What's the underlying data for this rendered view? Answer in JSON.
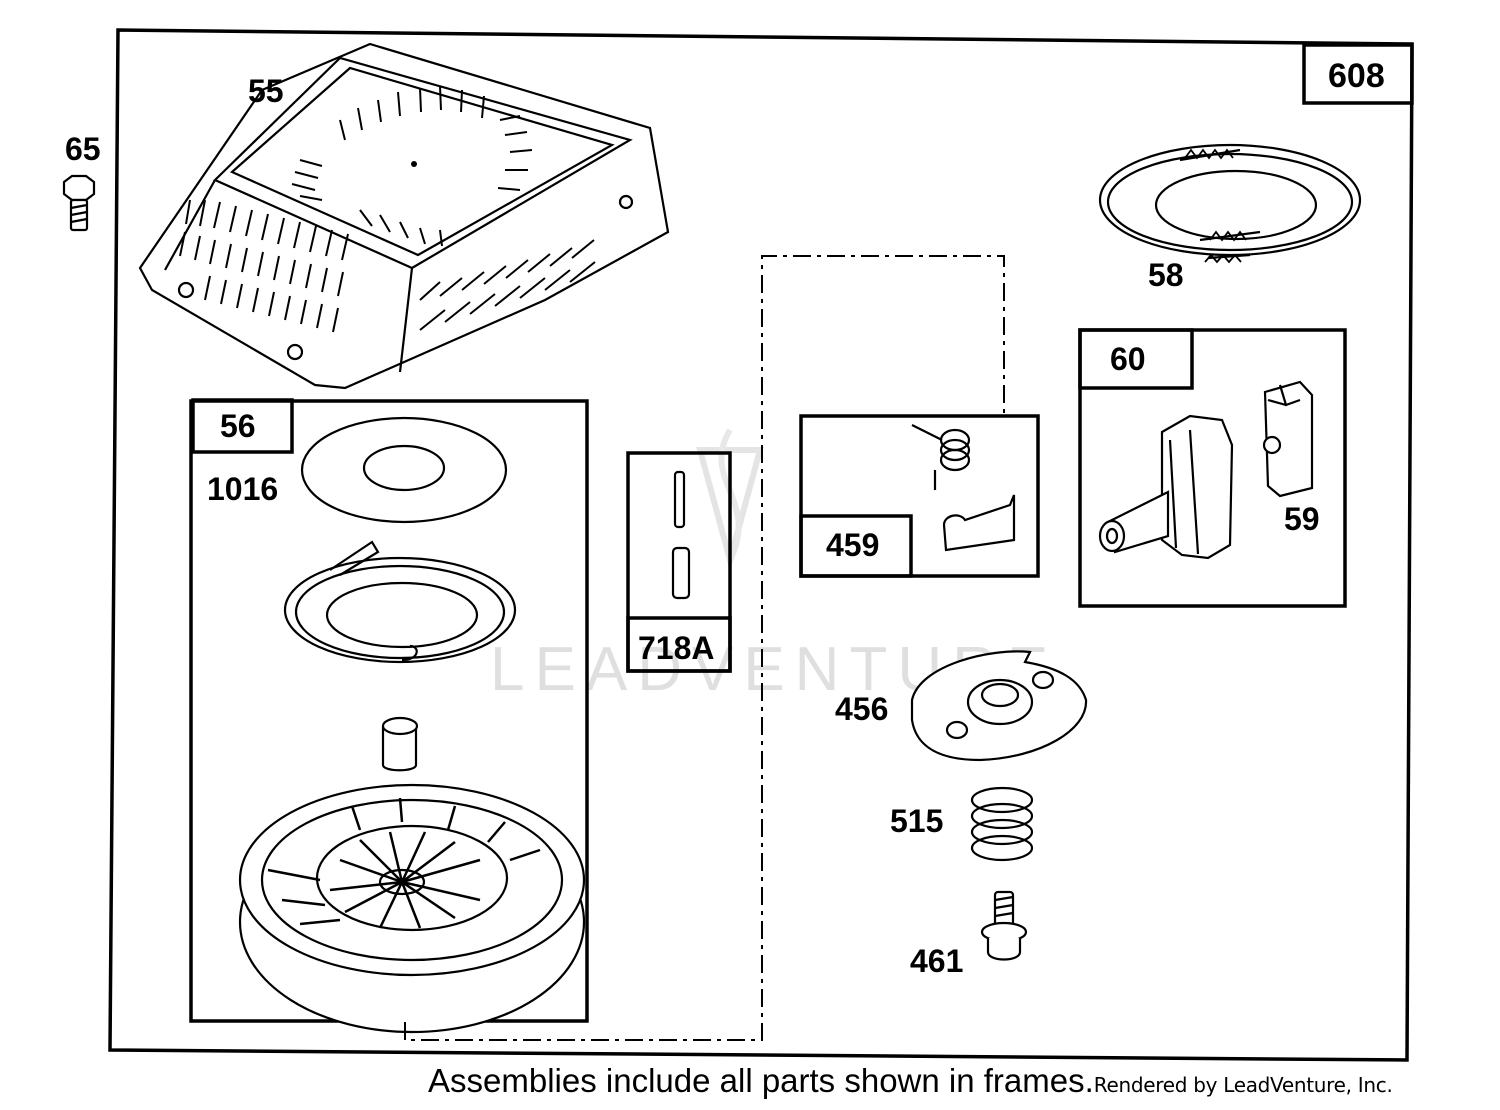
{
  "callouts": {
    "c55": "55",
    "c65": "65",
    "c608": "608",
    "c58": "58",
    "c60": "60",
    "c59": "59",
    "c56": "56",
    "c1016": "1016",
    "c718a": "718A",
    "c459": "459",
    "c456": "456",
    "c515": "515",
    "c461": "461"
  },
  "watermark": "LEADVENTURE",
  "caption": {
    "note": "Assemblies include all parts shown in frames.",
    "credit": "Rendered by LeadVenture, Inc."
  }
}
